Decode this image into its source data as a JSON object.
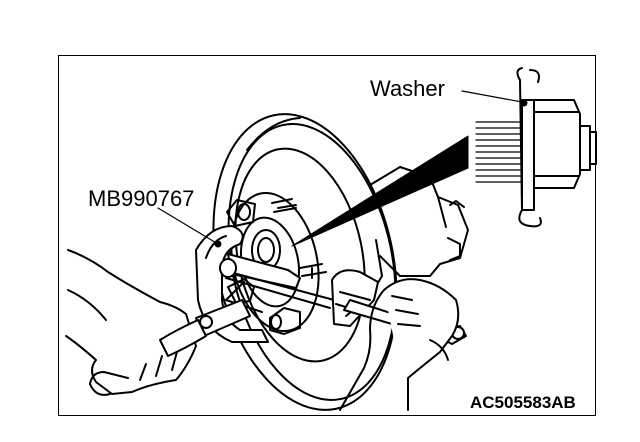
{
  "labels": {
    "washer": "Washer",
    "tool": "MB990767",
    "figure_code": "AC505583AB"
  },
  "colors": {
    "ink": "#000000",
    "paper": "#ffffff"
  }
}
